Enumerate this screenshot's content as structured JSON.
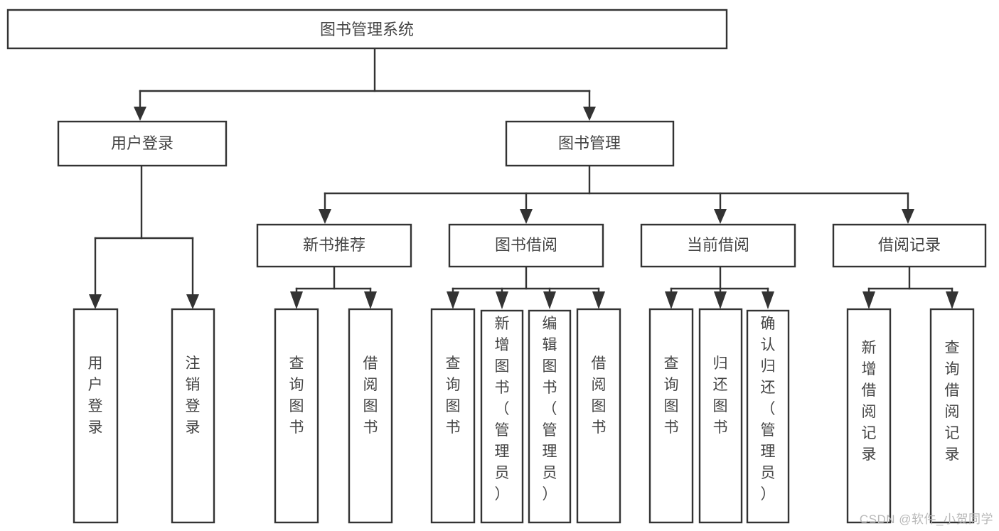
{
  "diagram": {
    "type": "tree-hierarchy",
    "title": "图书管理系统",
    "watermark": "CSDN @软件_小贺同学",
    "colors": {
      "stroke": "#333333",
      "box_fill": "#ffffff",
      "text": "#444444",
      "background": "#ffffff",
      "watermark": "#b8b8b8"
    },
    "levels": [
      {
        "level": 1,
        "nodes": [
          {
            "id": "root",
            "label": "图书管理系统",
            "orientation": "horizontal"
          }
        ]
      },
      {
        "level": 2,
        "nodes": [
          {
            "id": "user-login",
            "label": "用户登录",
            "orientation": "horizontal",
            "parent": "root"
          },
          {
            "id": "book-manage",
            "label": "图书管理",
            "orientation": "horizontal",
            "parent": "root"
          }
        ]
      },
      {
        "level": 3,
        "nodes": [
          {
            "id": "new-book-recommend",
            "label": "新书推荐",
            "orientation": "horizontal",
            "parent": "book-manage"
          },
          {
            "id": "book-borrow",
            "label": "图书借阅",
            "orientation": "horizontal",
            "parent": "book-manage"
          },
          {
            "id": "current-borrow",
            "label": "当前借阅",
            "orientation": "horizontal",
            "parent": "book-manage"
          },
          {
            "id": "borrow-record",
            "label": "借阅记录",
            "orientation": "horizontal",
            "parent": "book-manage"
          }
        ]
      },
      {
        "level": 4,
        "nodes": [
          {
            "id": "leaf-user-login",
            "label": "用户登录",
            "orientation": "vertical",
            "parent": "user-login"
          },
          {
            "id": "leaf-logout-login",
            "label": "注销登录",
            "orientation": "vertical",
            "parent": "user-login"
          },
          {
            "id": "leaf-query-book-1",
            "label": "查询图书",
            "orientation": "vertical",
            "parent": "new-book-recommend"
          },
          {
            "id": "leaf-borrow-book-1",
            "label": "借阅图书",
            "orientation": "vertical",
            "parent": "new-book-recommend"
          },
          {
            "id": "leaf-query-book-2",
            "label": "查询图书",
            "orientation": "vertical",
            "parent": "book-borrow"
          },
          {
            "id": "leaf-add-book",
            "label": "新增图书（管理员）",
            "orientation": "vertical",
            "parent": "book-borrow"
          },
          {
            "id": "leaf-edit-book",
            "label": "编辑图书（管理员）",
            "orientation": "vertical",
            "parent": "book-borrow"
          },
          {
            "id": "leaf-borrow-book-2",
            "label": "借阅图书",
            "orientation": "vertical",
            "parent": "book-borrow"
          },
          {
            "id": "leaf-query-book-3",
            "label": "查询图书",
            "orientation": "vertical",
            "parent": "current-borrow"
          },
          {
            "id": "leaf-return-book",
            "label": "归还图书",
            "orientation": "vertical",
            "parent": "current-borrow"
          },
          {
            "id": "leaf-confirm-return",
            "label": "确认归还（管理员）",
            "orientation": "vertical",
            "parent": "current-borrow"
          },
          {
            "id": "leaf-add-record",
            "label": "新增借阅记录",
            "orientation": "vertical",
            "parent": "borrow-record"
          },
          {
            "id": "leaf-query-record",
            "label": "查询借阅记录",
            "orientation": "vertical",
            "parent": "borrow-record"
          }
        ]
      }
    ],
    "labels": {
      "root": "图书管理系统",
      "user_login": "用户登录",
      "book_manage": "图书管理",
      "new_book_recommend": "新书推荐",
      "book_borrow": "图书借阅",
      "current_borrow": "当前借阅",
      "borrow_record": "借阅记录",
      "leaf_user_login": "用户登录",
      "leaf_logout_login": "注销登录",
      "leaf_query_book_1": "查询图书",
      "leaf_borrow_book_1": "借阅图书",
      "leaf_query_book_2": "查询图书",
      "leaf_add_book": "新增图书（管理员）",
      "leaf_edit_book": "编辑图书（管理员）",
      "leaf_borrow_book_2": "借阅图书",
      "leaf_query_book_3": "查询图书",
      "leaf_return_book": "归还图书",
      "leaf_confirm_return": "确认归还（管理员）",
      "leaf_add_record": "新增借阅记录",
      "leaf_query_record": "查询借阅记录"
    }
  }
}
